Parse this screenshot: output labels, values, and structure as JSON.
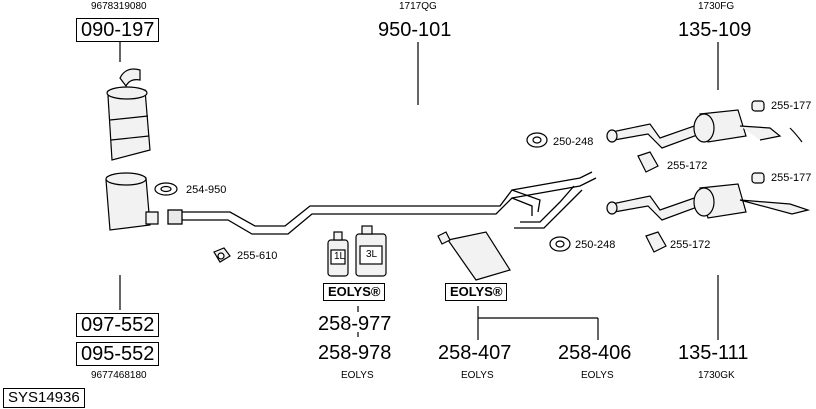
{
  "diagram": {
    "system_code": "SYS14936",
    "brand_label": "EOLYS®",
    "groups": [
      {
        "oem": "9678319080",
        "part": "090-197",
        "boxed": true
      },
      {
        "oem": "1717QG",
        "part": "950-101",
        "boxed": false
      },
      {
        "oem": "1730FG",
        "part": "135-109",
        "boxed": false
      },
      {
        "part": "097-552",
        "boxed": true
      },
      {
        "part": "095-552",
        "boxed": true,
        "oem": "9677468180"
      },
      {
        "part": "258-977",
        "boxed": false
      },
      {
        "part": "258-978",
        "boxed": false,
        "oem": "EOLYS"
      },
      {
        "part": "258-407",
        "boxed": false,
        "oem": "EOLYS"
      },
      {
        "part": "258-406",
        "boxed": false,
        "oem": "EOLYS"
      },
      {
        "part": "135-111",
        "boxed": false,
        "oem": "1730GK"
      }
    ],
    "small_parts": [
      "254-950",
      "255-610",
      "250-248",
      "255-172",
      "255-177",
      "250-248",
      "255-172",
      "255-177"
    ],
    "bottle_labels": [
      "1L",
      "3L"
    ]
  }
}
